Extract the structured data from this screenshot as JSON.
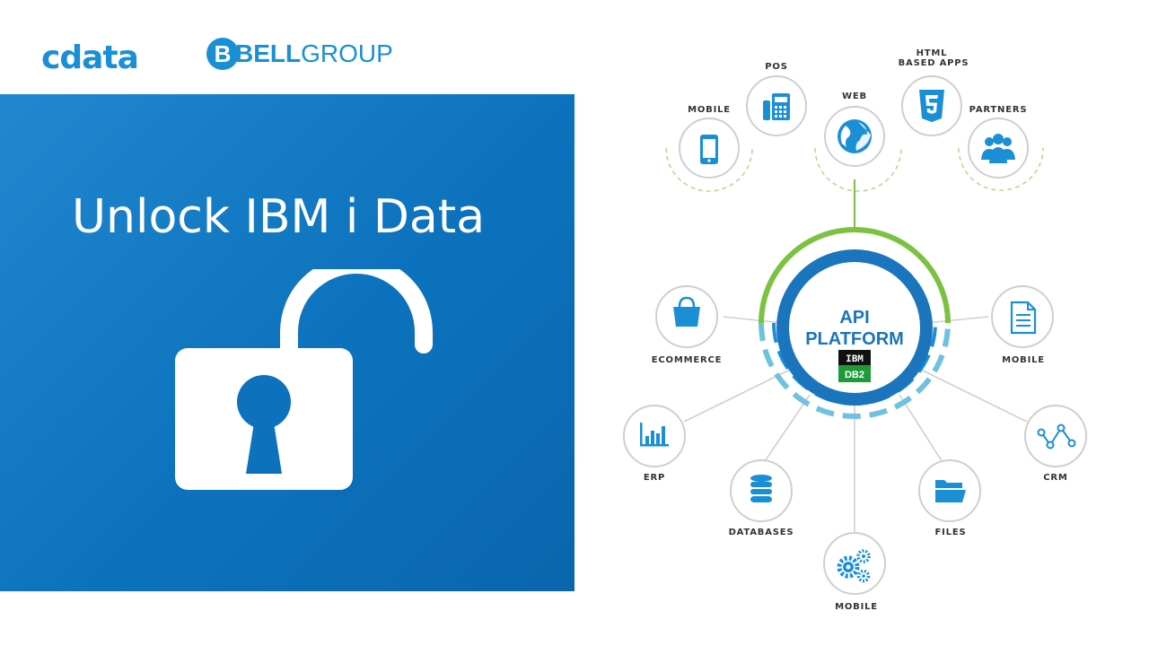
{
  "logos": {
    "cdata": "cdata",
    "bell_bold": "BELL",
    "bell_light": "GROUP",
    "bell_mark": "B"
  },
  "headline": "Unlock IBM i Data",
  "center": {
    "line1": "API",
    "line2": "PLATFORM",
    "badge_top": "IBM",
    "badge_bottom": "DB2"
  },
  "top_nodes": [
    {
      "label": "MOBILE",
      "icon": "mobile-phone-icon"
    },
    {
      "label": "POS",
      "icon": "pos-terminal-icon"
    },
    {
      "label": "WEB",
      "icon": "globe-icon"
    },
    {
      "label_line1": "HTML",
      "label_line2": "BASED APPS",
      "icon": "html5-icon"
    },
    {
      "label": "PARTNERS",
      "icon": "people-icon"
    }
  ],
  "bottom_nodes": [
    {
      "label": "ECOMMERCE",
      "icon": "shopping-bag-icon"
    },
    {
      "label": "ERP",
      "icon": "bar-chart-icon"
    },
    {
      "label": "DATABASES",
      "icon": "database-icon"
    },
    {
      "label": "MOBILE",
      "icon": "gears-icon"
    },
    {
      "label": "FILES",
      "icon": "folder-icon"
    },
    {
      "label": "CRM",
      "icon": "network-line-icon"
    },
    {
      "label": "MOBILE",
      "icon": "document-icon"
    }
  ],
  "colors": {
    "accent_blue": "#1a8fd6",
    "panel_blue": "#0c72bd",
    "ring_green": "#7cc242",
    "ring_blue": "#1a8fd6",
    "node_stroke": "#cfcfcf"
  }
}
